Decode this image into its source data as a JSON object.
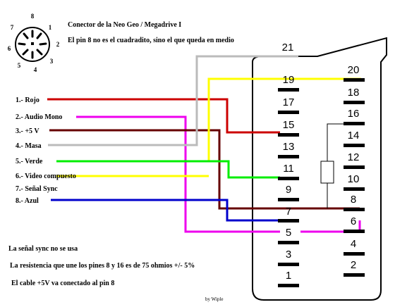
{
  "title_line1": "Conector de la Neo Geo / Megadrive I",
  "title_line2": "El pin 8 no es el cuadradito, sino el que queda en medio",
  "din_pins": [
    "8",
    "7",
    "1",
    "6",
    "2",
    "5",
    "4",
    "3"
  ],
  "signals": [
    {
      "label": "1.- Rojo",
      "color": "#cc0000"
    },
    {
      "label": "2.- Audio Mono",
      "color": "#ee00ee"
    },
    {
      "label": "3.- +5 V",
      "color": "#660000"
    },
    {
      "label": "4.- Masa",
      "color": "#bbbbbb"
    },
    {
      "label": "5.- Verde",
      "color": "#00ee00"
    },
    {
      "label": "6.- Video compuesto",
      "color": "#ffff00"
    },
    {
      "label": "7.- Señal Sync",
      "color": ""
    },
    {
      "label": "8.- Azul",
      "color": "#0000cc"
    }
  ],
  "scart_pins": [
    "21",
    "19",
    "20",
    "17",
    "18",
    "15",
    "16",
    "13",
    "14",
    "11",
    "12",
    "9",
    "10",
    "7",
    "8",
    "5",
    "6",
    "3",
    "4",
    "1",
    "2"
  ],
  "notes": [
    "La señal sync no se usa",
    "La resistencia que une los pines 8 y 16 es de 75 ohmios +/- 5%",
    "El cable +5V va conectado al pin 8"
  ],
  "credit": "by Wiple"
}
